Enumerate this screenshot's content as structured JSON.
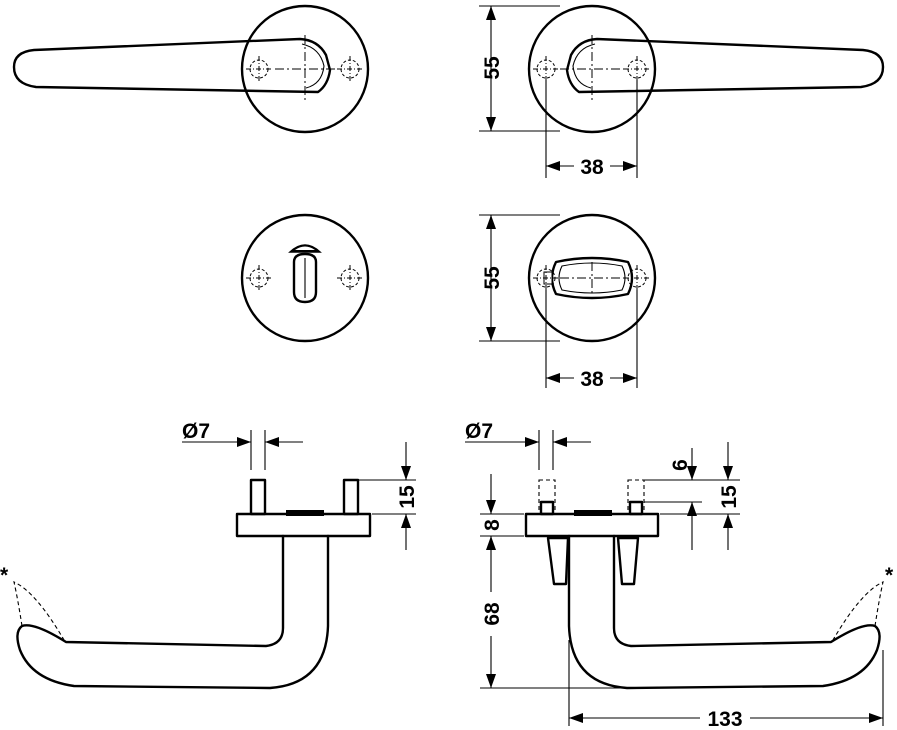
{
  "diagram": {
    "views": [
      {
        "name": "lever-front-left"
      },
      {
        "name": "lever-front-right"
      },
      {
        "name": "wc-turn-front"
      },
      {
        "name": "wc-release-front"
      },
      {
        "name": "lever-side-left"
      },
      {
        "name": "lever-side-right"
      }
    ],
    "dimensions": {
      "rose_diameter_top": "55",
      "screw_spacing_top": "38",
      "rose_diameter_wc": "55",
      "screw_spacing_wc": "38",
      "spindle_diameter_left": "Ø7",
      "spindle_diameter_right": "Ø7",
      "pin_height_left": "15",
      "pin_offset_right": "6",
      "pin_height_right": "15",
      "rose_thickness": "8",
      "lever_drop": "68",
      "lever_length": "133"
    },
    "annotations": {
      "alternative_left": "*",
      "alternative_right": "*"
    }
  }
}
